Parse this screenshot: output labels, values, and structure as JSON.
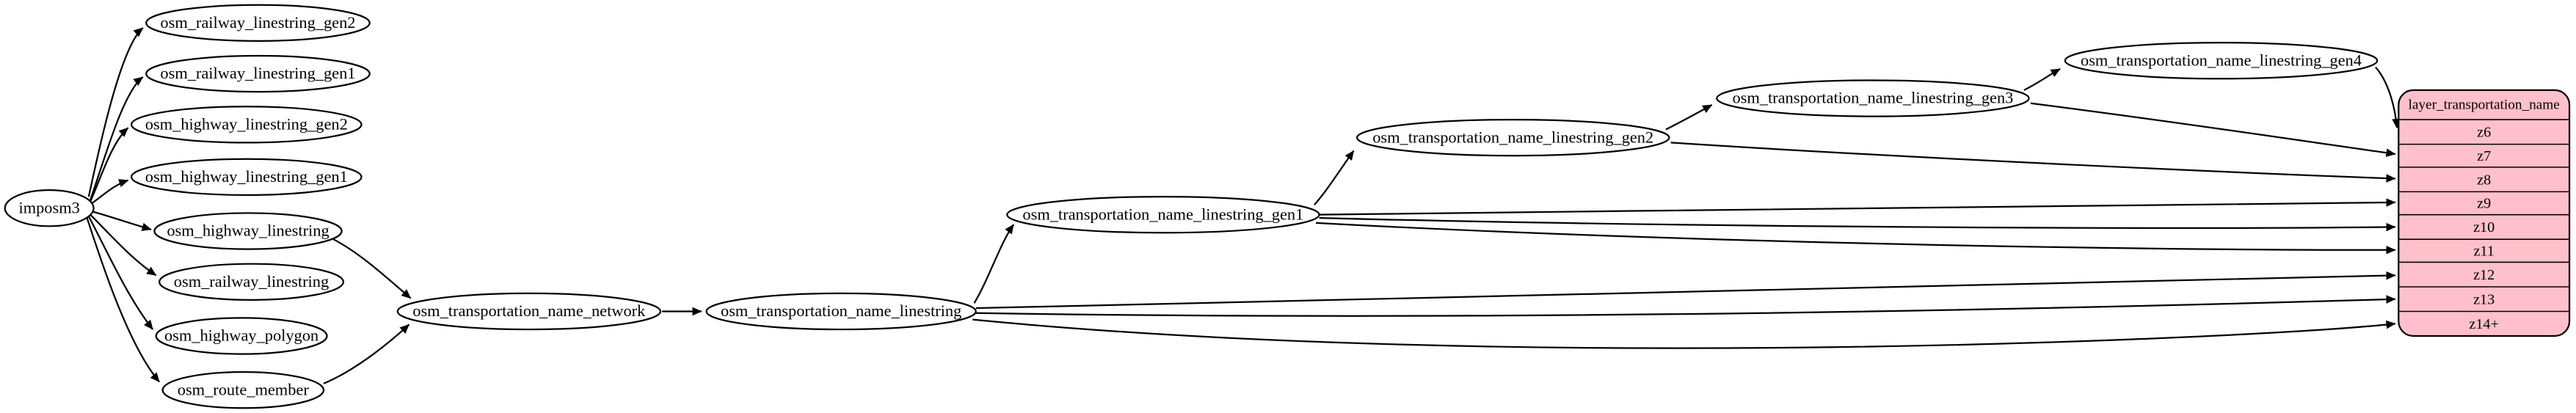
{
  "nodes": {
    "imposm3": "imposm3",
    "railway_gen2": "osm_railway_linestring_gen2",
    "railway_gen1": "osm_railway_linestring_gen1",
    "highway_gen2": "osm_highway_linestring_gen2",
    "highway_gen1": "osm_highway_linestring_gen1",
    "highway_linestring": "osm_highway_linestring",
    "railway_linestring": "osm_railway_linestring",
    "highway_polygon": "osm_highway_polygon",
    "route_member": "osm_route_member",
    "name_network": "osm_transportation_name_network",
    "name_linestring": "osm_transportation_name_linestring",
    "name_gen1": "osm_transportation_name_linestring_gen1",
    "name_gen2": "osm_transportation_name_linestring_gen2",
    "name_gen3": "osm_transportation_name_linestring_gen3",
    "name_gen4": "osm_transportation_name_linestring_gen4"
  },
  "layer": {
    "title": "layer_transportation_name",
    "rows": [
      "z6",
      "z7",
      "z8",
      "z9",
      "z10",
      "z11",
      "z12",
      "z13",
      "z14+"
    ]
  },
  "edges": [
    {
      "from": "imposm3",
      "to": "osm_railway_linestring_gen2"
    },
    {
      "from": "imposm3",
      "to": "osm_railway_linestring_gen1"
    },
    {
      "from": "imposm3",
      "to": "osm_highway_linestring_gen2"
    },
    {
      "from": "imposm3",
      "to": "osm_highway_linestring_gen1"
    },
    {
      "from": "imposm3",
      "to": "osm_highway_linestring"
    },
    {
      "from": "imposm3",
      "to": "osm_railway_linestring"
    },
    {
      "from": "imposm3",
      "to": "osm_highway_polygon"
    },
    {
      "from": "imposm3",
      "to": "osm_route_member"
    },
    {
      "from": "osm_highway_linestring",
      "to": "osm_transportation_name_network"
    },
    {
      "from": "osm_route_member",
      "to": "osm_transportation_name_network"
    },
    {
      "from": "osm_transportation_name_network",
      "to": "osm_transportation_name_linestring"
    },
    {
      "from": "osm_transportation_name_linestring",
      "to": "osm_transportation_name_linestring_gen1"
    },
    {
      "from": "osm_transportation_name_linestring_gen1",
      "to": "osm_transportation_name_linestring_gen2"
    },
    {
      "from": "osm_transportation_name_linestring_gen2",
      "to": "osm_transportation_name_linestring_gen3"
    },
    {
      "from": "osm_transportation_name_linestring_gen3",
      "to": "osm_transportation_name_linestring_gen4"
    },
    {
      "from": "osm_transportation_name_linestring_gen4",
      "to": "layer_transportation_name:z6"
    },
    {
      "from": "osm_transportation_name_linestring_gen3",
      "to": "layer_transportation_name:z7"
    },
    {
      "from": "osm_transportation_name_linestring_gen2",
      "to": "layer_transportation_name:z8"
    },
    {
      "from": "osm_transportation_name_linestring_gen1",
      "to": "layer_transportation_name:z9"
    },
    {
      "from": "osm_transportation_name_linestring_gen1",
      "to": "layer_transportation_name:z10"
    },
    {
      "from": "osm_transportation_name_linestring_gen1",
      "to": "layer_transportation_name:z11"
    },
    {
      "from": "osm_transportation_name_linestring",
      "to": "layer_transportation_name:z12"
    },
    {
      "from": "osm_transportation_name_linestring",
      "to": "layer_transportation_name:z13"
    },
    {
      "from": "osm_transportation_name_linestring",
      "to": "layer_transportation_name:z14+"
    }
  ],
  "colors": {
    "layer_fill": "#ffc0cb",
    "node_fill": "#ffffff",
    "edge": "#000000"
  }
}
